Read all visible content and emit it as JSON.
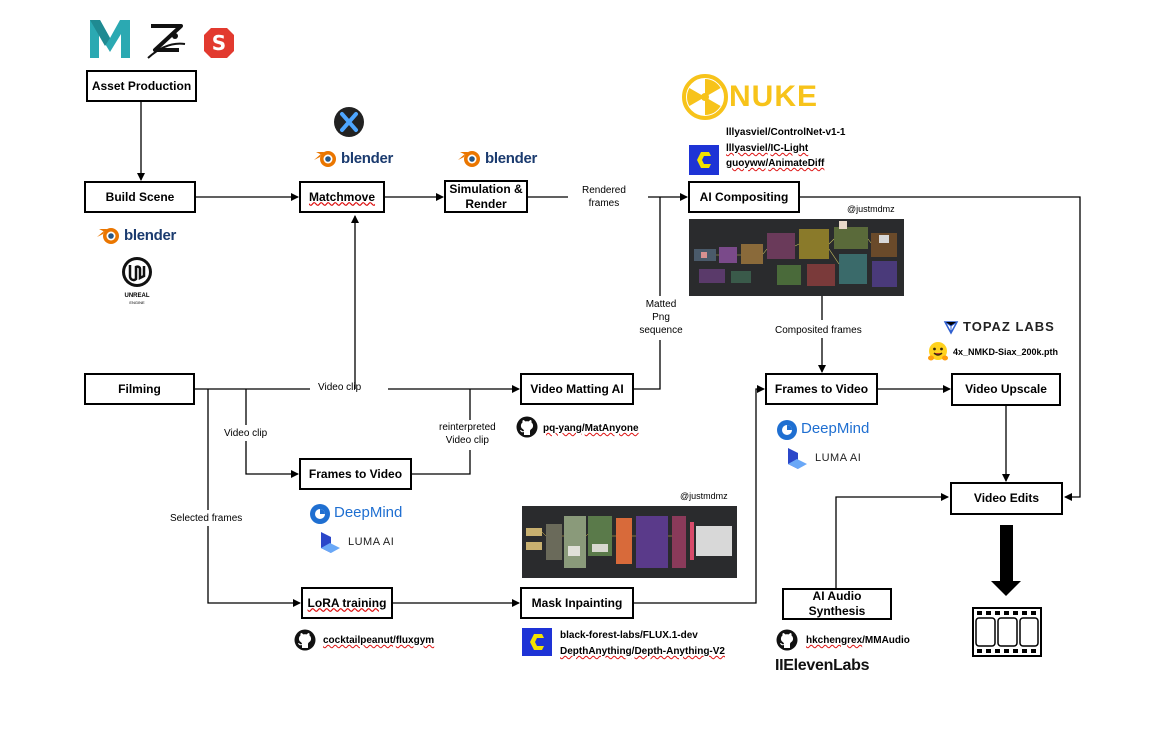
{
  "boxes": {
    "asset_production": "Asset Production",
    "build_scene": "Build Scene",
    "matchmove": "Matchmove",
    "simulation_render": "Simulation & Render",
    "ai_compositing": "AI Compositing",
    "filming": "Filming",
    "video_matting_ai": "Video Matting AI",
    "frames_to_video_left": "Frames to Video",
    "lora_training": "LoRA training",
    "mask_inpainting": "Mask Inpainting",
    "frames_to_video_right": "Frames to Video",
    "video_upscale": "Video Upscale",
    "video_edits": "Video Edits",
    "ai_audio_synthesis": "AI Audio Synthesis"
  },
  "labels": {
    "rendered_frames_1": "Rendered",
    "rendered_frames_2": "frames",
    "matted_1": "Matted",
    "matted_2": "Png",
    "matted_3": "sequence",
    "video_clip_top": "Video clip",
    "video_clip_left": "Video clip",
    "reinterpreted_1": "reinterpreted",
    "reinterpreted_2": "Video clip",
    "selected_frames": "Selected frames",
    "composited_frames": "Composited frames",
    "justmdmz_top": "@justmdmz",
    "justmdmz_bottom": "@justmdmz"
  },
  "repos": {
    "controlnet_user": "lllyasviel",
    "controlnet_name": "ControlNet-v1-1",
    "iclight_user": "lllyasviel",
    "iclight_name": "IC-Light",
    "animatediff_user": "guoyww",
    "animatediff_name": "AnimateDiff",
    "matanyone_user": "pq-yang",
    "matanyone_name": "MatAnyone",
    "fluxgym_user": "cocktailpeanut",
    "fluxgym_name": "fluxgym",
    "flux_dev": "black-forest-labs/FLUX.1-dev",
    "depth_user": "DepthAnything",
    "depth_name": "Depth-Anything-V2",
    "mmaudio_user": "hkchengrex",
    "mmaudio_name": "MMAudio",
    "upscale_model": "4x_NMKD-Siax_200k.pth"
  },
  "brands": {
    "nuke": "NUKE",
    "blender": "blender",
    "unreal_1": "UNREAL",
    "unreal_2": "ENGINE",
    "deepmind": "DeepMind",
    "luma": "LUMA AI",
    "topaz": "TOPAZ LABS",
    "elevenlabs": "IIElevenLabs",
    "maya_letter": "M",
    "substance_letter": "S"
  },
  "icons": {
    "maya": "maya-logo-icon",
    "zbrush": "zbrush-logo-icon",
    "substance": "substance-logo-icon",
    "nuke": "nuke-logo-icon",
    "comfyui": "comfyui-logo-icon",
    "github": "github-icon",
    "huggingface": "huggingface-icon",
    "film": "film-strip-icon"
  },
  "colors": {
    "nuke": "#f7c31a",
    "blender_orange": "#ea7600",
    "blender_blue": "#265787",
    "comfy_blue": "#1e33d6",
    "comfy_yellow": "#f2e200",
    "deepmind": "#1f6fd1",
    "maya": "#2ba9b2",
    "substance": "#e23a2f",
    "luma": "#3c67e0"
  }
}
